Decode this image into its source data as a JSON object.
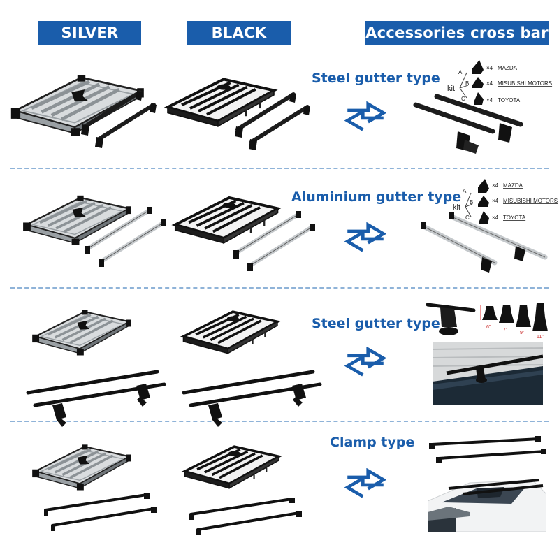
{
  "headers": {
    "silver": "SILVER",
    "black": "BLACK",
    "accessories": "Accessories cross bar"
  },
  "rows": [
    {
      "type_label": "Steel gutter type",
      "kit": {
        "word": "kit",
        "letters": [
          "A",
          "B",
          "C"
        ],
        "items": [
          {
            "qty": "×4",
            "brand": "MAZDA"
          },
          {
            "qty": "×4",
            "brand": "MISUBISHI MOTORS"
          },
          {
            "qty": "×4",
            "brand": "TOYOTA"
          }
        ]
      }
    },
    {
      "type_label": "Aluminium gutter type",
      "kit": {
        "word": "kit",
        "letters": [
          "A",
          "B",
          "C"
        ],
        "items": [
          {
            "qty": "×4",
            "brand": "MAZDA"
          },
          {
            "qty": "×4",
            "brand": "MISUBISHI MOTORS"
          },
          {
            "qty": "×4",
            "brand": "TOYOTA"
          }
        ]
      }
    },
    {
      "type_label": "Steel gutter type",
      "sizes": [
        "6\"",
        "7\"",
        "9\"",
        "11\""
      ]
    },
    {
      "type_label": "Clamp type"
    }
  ],
  "colors": {
    "brand_blue": "#1a5dab",
    "silver": "#b8bcc0",
    "black": "#1c1c1c",
    "divider": "#8fb3d8"
  }
}
